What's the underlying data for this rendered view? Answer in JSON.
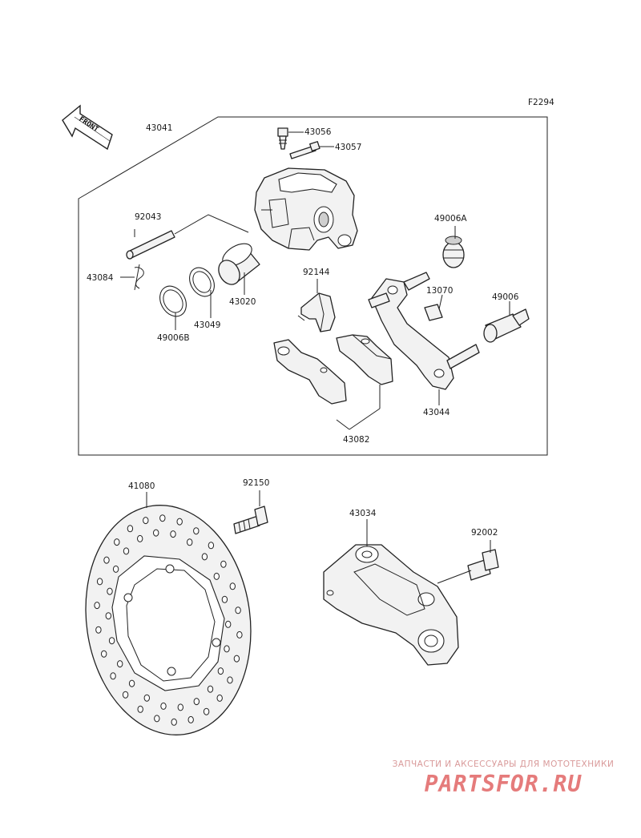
{
  "diagram": {
    "code": "F2294",
    "front_arrow_text": "FRONT",
    "labels": {
      "p43041": "43041",
      "p43056": "43056",
      "p43057": "43057",
      "p92043": "92043",
      "p49006a": "49006A",
      "p43084": "43084",
      "p92144": "92144",
      "p13070": "13070",
      "p43020": "43020",
      "p49006": "49006",
      "p43049": "43049",
      "p49006b": "49006B",
      "p43044": "43044",
      "p43082": "43082",
      "p41080": "41080",
      "p92150": "92150",
      "p43034": "43034",
      "p92002": "92002"
    }
  },
  "watermark": {
    "tagline": "ЗАПЧАСТИ И АКСЕССУАРЫ ДЛЯ МОТОТЕХНИКИ",
    "logo": "PARTSFOR.RU"
  }
}
